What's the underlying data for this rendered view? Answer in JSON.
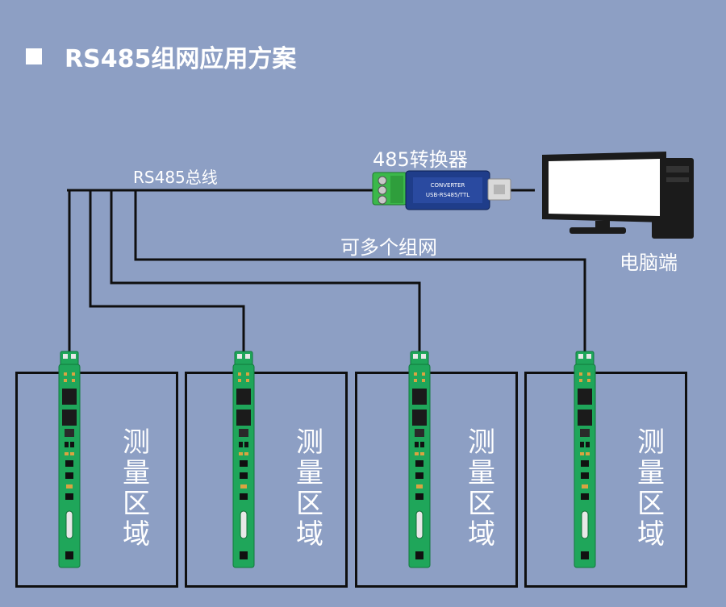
{
  "title": "RS485组网应用方案",
  "bus_label": "RS485总线",
  "converter_label": "485转换器",
  "pc_label": "电脑端",
  "network_label": "可多个组网",
  "zone_label": "测量区域",
  "converter_pcb_text": [
    "USB-RS485/TTL",
    "CONVERTER"
  ],
  "colors": {
    "background": "#8d9fc4",
    "pcb_green": "#1fa65a",
    "converter_blue": "#1f3d8a",
    "terminal_green": "#3bb84a",
    "line": "#0f0f0f"
  },
  "icons": [
    "usb-converter-icon",
    "desktop-computer-icon",
    "sensor-board-icon"
  ]
}
